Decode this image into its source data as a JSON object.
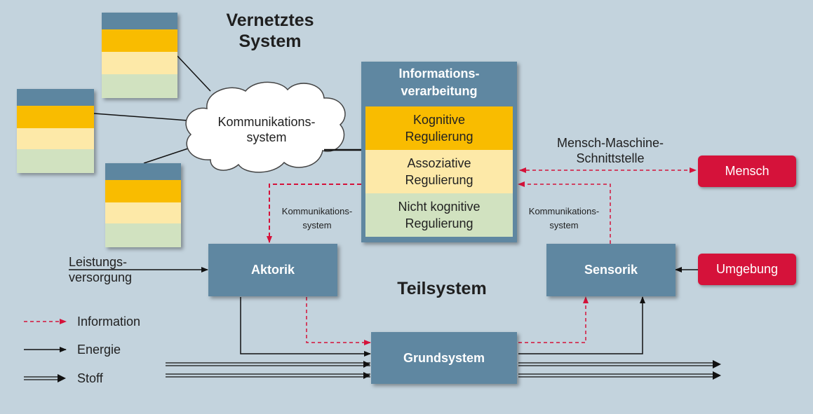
{
  "header": {
    "title_line1": "Vernetztes",
    "title_line2": "System"
  },
  "cloud_label": {
    "line1": "Kommunikations-",
    "line2": "system"
  },
  "info_box": {
    "title_line1": "Informations-",
    "title_line2": "verarbeitung",
    "rows": [
      {
        "line1": "Kognitive",
        "line2": "Regulierung"
      },
      {
        "line1": "Assoziative",
        "line2": "Regulierung"
      },
      {
        "line1": "Nicht kognitive",
        "line2": "Regulierung"
      }
    ]
  },
  "interface_label": {
    "line1": "Mensch-Maschine-",
    "line2": "Schnittstelle"
  },
  "mensch": "Mensch",
  "umgebung": "Umgebung",
  "komm_left": {
    "line1": "Kommunikations-",
    "line2": "system"
  },
  "komm_right": {
    "line1": "Kommunikations-",
    "line2": "system"
  },
  "leistung": {
    "line1": "Leistungs-",
    "line2": "versorgung"
  },
  "aktorik": "Aktorik",
  "sensorik": "Sensorik",
  "teilsystem": "Teilsystem",
  "grundsystem": "Grundsystem",
  "legend": {
    "information": "Information",
    "energie": "Energie",
    "stoff": "Stoff"
  },
  "colors": {
    "background": "#c3d3dd",
    "box_blue": "#5f87a1",
    "orange": "#f9bc00",
    "light_yellow": "#fde9a8",
    "light_green": "#d1e2c0",
    "red": "#d5123a",
    "information_line": "#d5123a"
  }
}
